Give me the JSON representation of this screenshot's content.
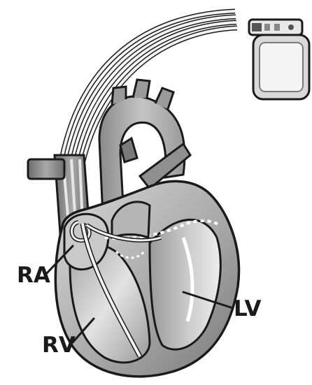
{
  "labels": {
    "ra": "RA",
    "rv": "RV",
    "lv": "LV"
  },
  "colors": {
    "outline": "#1a1a1a",
    "tissue_dark": "#8c8c8c",
    "tissue_mid": "#bdbdbd",
    "tissue_light": "#e6e6e6",
    "lead_wire": "#f2f2f2",
    "device_body": "#d9d9d9"
  },
  "icons": {
    "device": "pacemaker-device-icon",
    "leads": "pacing-leads"
  }
}
